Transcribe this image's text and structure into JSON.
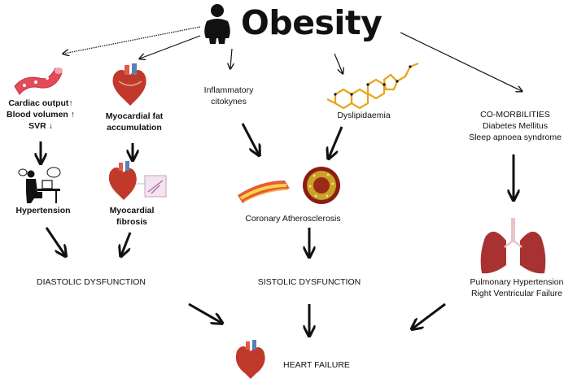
{
  "title": "Obesity",
  "nodes": {
    "cardiac": [
      "Cardiac output↑",
      "Blood volumen ↑",
      "SVR ↓"
    ],
    "myocardial_fat": [
      "Myocardial fat",
      "accumulation"
    ],
    "inflammatory": [
      "Inflammatory",
      "citokynes"
    ],
    "dyslipidaemia": "Dyslipidaemia",
    "comorbidities": [
      "CO-MORBILITIES",
      "Diabetes Mellitus",
      "Sleep apnoea syndrome"
    ],
    "hypertension": "Hypertension",
    "myocardial_fibrosis": [
      "Myocardial",
      "fibrosis"
    ],
    "coronary": "Coronary Atherosclerosis",
    "diastolic": "DIASTOLIC DYSFUNCTION",
    "sistolic": "SISTOLIC DYSFUNCTION",
    "pulmonary": [
      "Pulmonary Hypertension",
      "Right Ventricular Failure"
    ],
    "heart_failure": "HEART FAILURE"
  },
  "colors": {
    "arrow": "#111111",
    "heart": "#c0392b",
    "lungs": "#a83232",
    "vessel": "#e24b5a",
    "molecule": "#e8a31c",
    "plaque": "#c9a227"
  },
  "icons": [
    "person-icon",
    "blood-vessel-icon",
    "heart-icon",
    "molecule-icon",
    "doctor-desk-icon",
    "fibrotic-heart-icon",
    "artery-plaque-icon",
    "artery-cross-section-icon",
    "lungs-icon",
    "heart-failure-icon"
  ]
}
